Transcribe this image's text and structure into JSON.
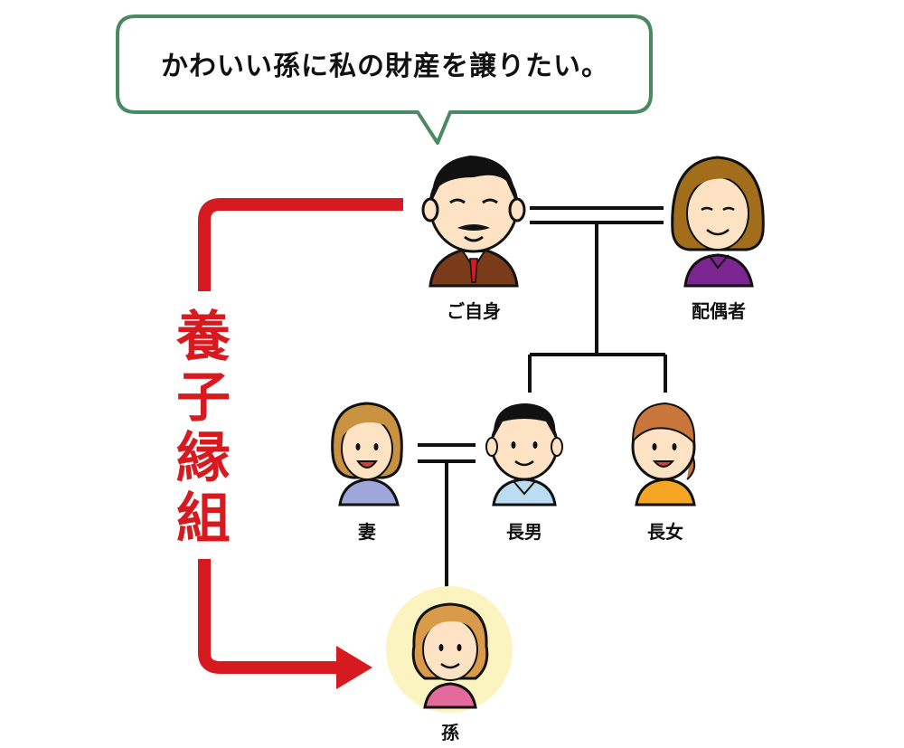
{
  "speech": "かわいい孫に私の財産を譲りたい。",
  "relation": {
    "chars": [
      "養",
      "子",
      "縁",
      "組"
    ]
  },
  "people": {
    "self": "ご自身",
    "spouse": "配偶者",
    "wife": "妻",
    "eldest_son": "長男",
    "eldest_daughter": "長女",
    "grandchild": "孫"
  },
  "colors": {
    "bubble_border": "#4a8a62",
    "arrow": "#d71920",
    "grandchild_highlight": "#fbf4c0"
  }
}
